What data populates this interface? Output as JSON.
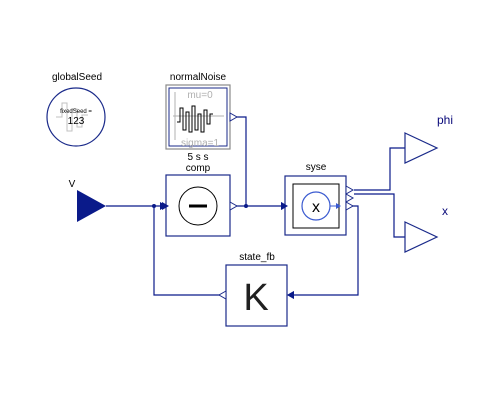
{
  "blocks": {
    "globalSeed": {
      "name": "globalSeed",
      "param_label": "fixedSeed =",
      "param_value": "123"
    },
    "normalNoise": {
      "name": "normalNoise",
      "mu": "mu=0",
      "sigma": "sigma=1",
      "sample_period": "5 s s"
    },
    "comp": {
      "name": "comp"
    },
    "syse": {
      "name": "syse",
      "symbol": "x"
    },
    "state_fb": {
      "name": "state_fb",
      "symbol": "K"
    }
  },
  "ports": {
    "input": "V",
    "output_phi": "phi",
    "output_x": "x"
  },
  "colors": {
    "wire": "#0a1a8a",
    "block_border": "#1a2a8a",
    "block_outer": "#8a8a8a",
    "accent": "#3a5ad0"
  }
}
